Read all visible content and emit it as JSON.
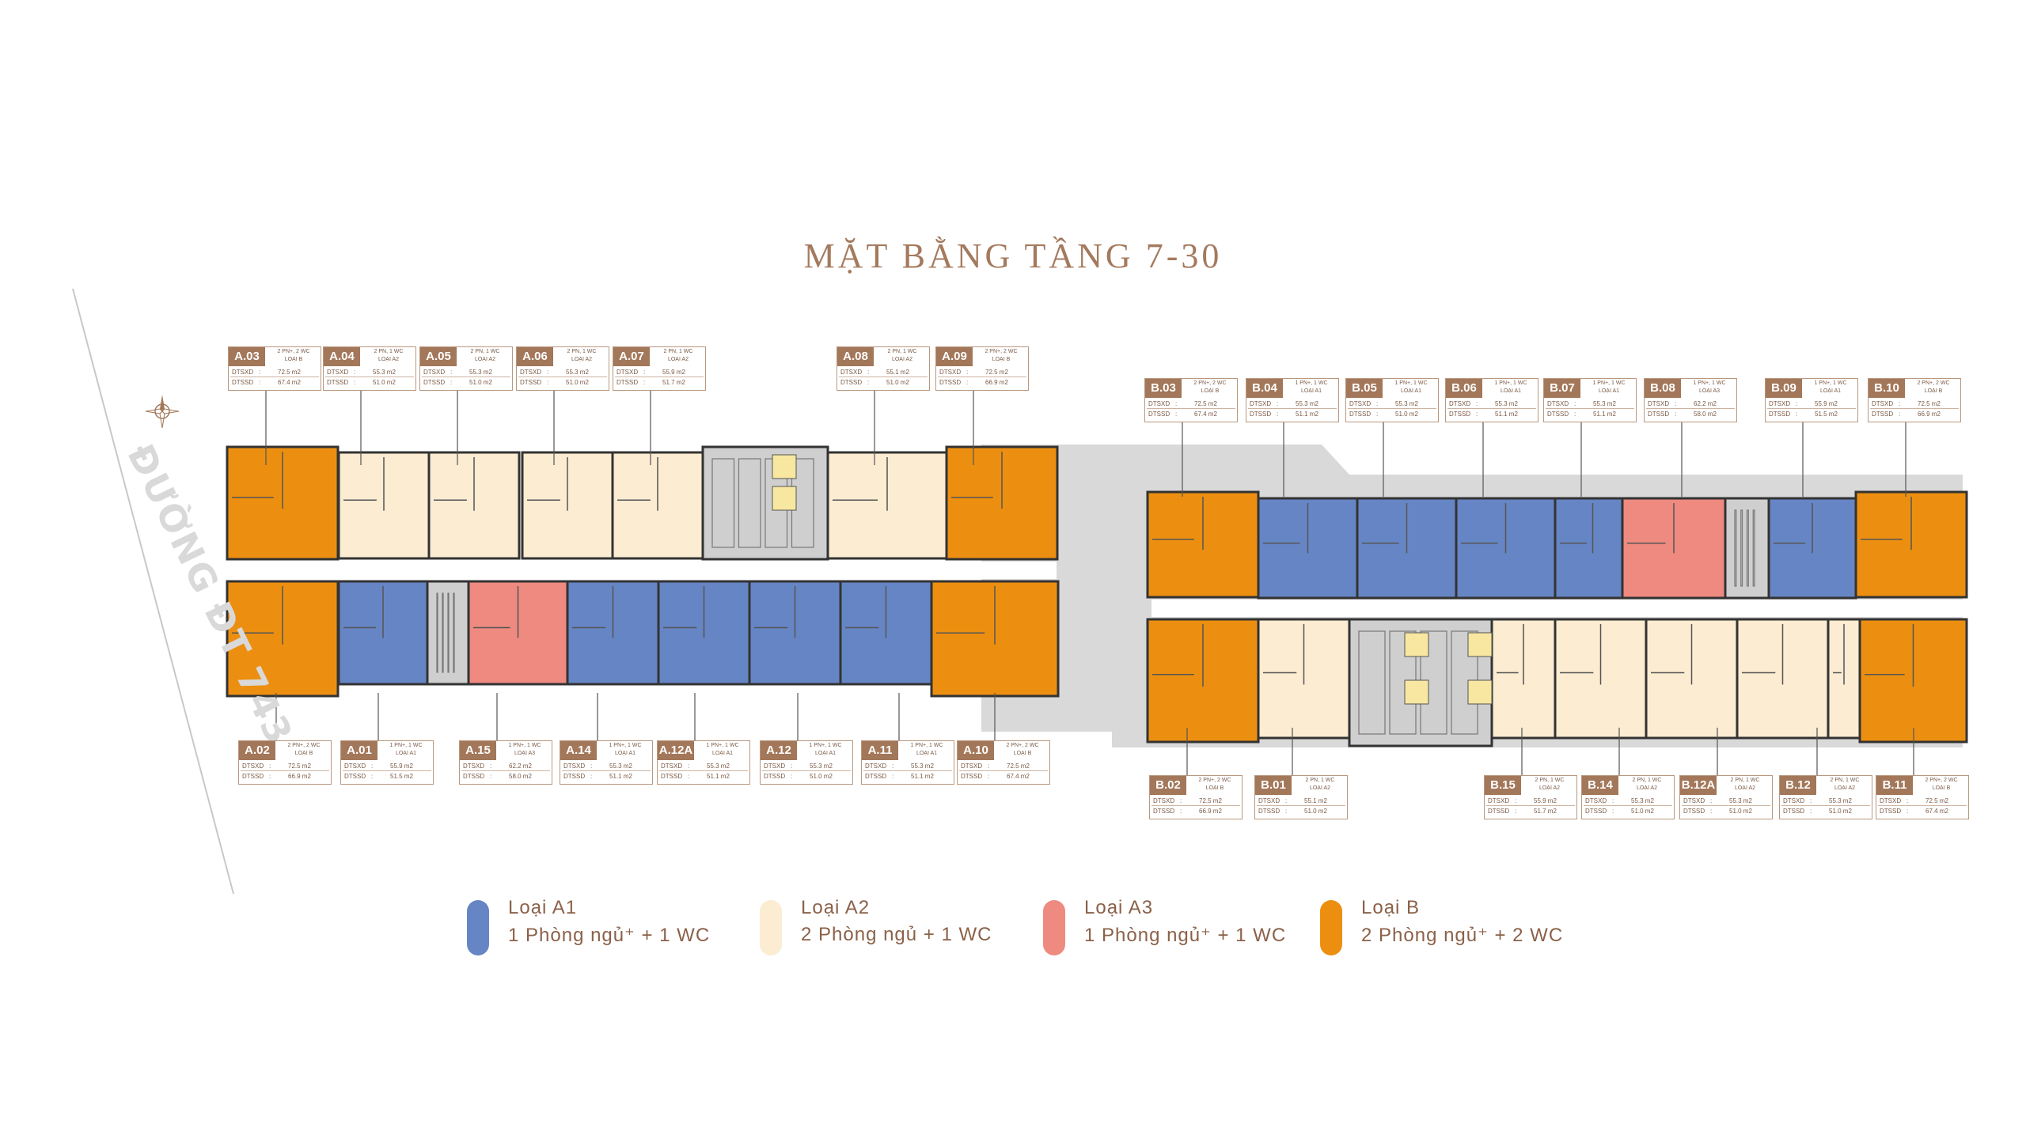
{
  "title": "MẶT BẰNG TẦNG 7-30",
  "road_label": "ĐƯỜNG ĐT 743C",
  "colors": {
    "A1": "#6685c4",
    "A2": "#fbecd2",
    "A3": "#ee8a80",
    "B": "#ec8f10",
    "accent": "#a37759",
    "core": "#d9d9d9",
    "corridor": "#f2f2f2"
  },
  "labels": {
    "dtsxd": "DTSXD",
    "dtssd": "DTSSD",
    "colon": ":"
  },
  "units": [
    {
      "code": "A.03",
      "desc1": "2 PN+, 2 WC",
      "desc2": "LOẠI B",
      "dtsxd": "72.5 m2",
      "dtssd": "67.4 m2"
    },
    {
      "code": "A.04",
      "desc1": "2 PN, 1 WC",
      "desc2": "LOẠI A2",
      "dtsxd": "55.3 m2",
      "dtssd": "51.0 m2"
    },
    {
      "code": "A.05",
      "desc1": "2 PN, 1 WC",
      "desc2": "LOẠI A2",
      "dtsxd": "55.3 m2",
      "dtssd": "51.0 m2"
    },
    {
      "code": "A.06",
      "desc1": "2 PN, 1 WC",
      "desc2": "LOẠI A2",
      "dtsxd": "55.3 m2",
      "dtssd": "51.0 m2"
    },
    {
      "code": "A.07",
      "desc1": "2 PN, 1 WC",
      "desc2": "LOẠI A2",
      "dtsxd": "55.9 m2",
      "dtssd": "51.7 m2"
    },
    {
      "code": "A.08",
      "desc1": "2 PN, 1 WC",
      "desc2": "LOẠI A2",
      "dtsxd": "55.1 m2",
      "dtssd": "51.0 m2"
    },
    {
      "code": "A.09",
      "desc1": "2 PN+, 2 WC",
      "desc2": "LOẠI B",
      "dtsxd": "72.5 m2",
      "dtssd": "66.9 m2"
    },
    {
      "code": "A.02",
      "desc1": "2 PN+, 2 WC",
      "desc2": "LOẠI B",
      "dtsxd": "72.5 m2",
      "dtssd": "66.9 m2"
    },
    {
      "code": "A.01",
      "desc1": "1 PN+, 1 WC",
      "desc2": "LOẠI A1",
      "dtsxd": "55.9 m2",
      "dtssd": "51.5 m2"
    },
    {
      "code": "A.15",
      "desc1": "1 PN+, 1 WC",
      "desc2": "LOẠI A3",
      "dtsxd": "62.2 m2",
      "dtssd": "58.0 m2"
    },
    {
      "code": "A.14",
      "desc1": "1 PN+, 1 WC",
      "desc2": "LOẠI A1",
      "dtsxd": "55.3 m2",
      "dtssd": "51.1 m2"
    },
    {
      "code": "A.12A",
      "desc1": "1 PN+, 1 WC",
      "desc2": "LOẠI A1",
      "dtsxd": "55.3 m2",
      "dtssd": "51.1 m2"
    },
    {
      "code": "A.12",
      "desc1": "1 PN+, 1 WC",
      "desc2": "LOẠI A1",
      "dtsxd": "55.3 m2",
      "dtssd": "51.0 m2"
    },
    {
      "code": "A.11",
      "desc1": "1 PN+, 1 WC",
      "desc2": "LOẠI A1",
      "dtsxd": "55.3 m2",
      "dtssd": "51.1 m2"
    },
    {
      "code": "A.10",
      "desc1": "2 PN+, 2 WC",
      "desc2": "LOẠI B",
      "dtsxd": "72.5 m2",
      "dtssd": "67.4 m2"
    },
    {
      "code": "B.03",
      "desc1": "2 PN+, 2 WC",
      "desc2": "LOẠI B",
      "dtsxd": "72.5 m2",
      "dtssd": "67.4 m2"
    },
    {
      "code": "B.04",
      "desc1": "1 PN+, 1 WC",
      "desc2": "LOẠI A1",
      "dtsxd": "55.3 m2",
      "dtssd": "51.1 m2"
    },
    {
      "code": "B.05",
      "desc1": "1 PN+, 1 WC",
      "desc2": "LOẠI A1",
      "dtsxd": "55.3 m2",
      "dtssd": "51.0 m2"
    },
    {
      "code": "B.06",
      "desc1": "1 PN+, 1 WC",
      "desc2": "LOẠI A1",
      "dtsxd": "55.3 m2",
      "dtssd": "51.1 m2"
    },
    {
      "code": "B.07",
      "desc1": "1 PN+, 1 WC",
      "desc2": "LOẠI A1",
      "dtsxd": "55.3 m2",
      "dtssd": "51.1 m2"
    },
    {
      "code": "B.08",
      "desc1": "1 PN+, 1 WC",
      "desc2": "LOẠI A3",
      "dtsxd": "62.2 m2",
      "dtssd": "58.0 m2"
    },
    {
      "code": "B.09",
      "desc1": "1 PN+, 1 WC",
      "desc2": "LOẠI A1",
      "dtsxd": "55.9 m2",
      "dtssd": "51.5 m2"
    },
    {
      "code": "B.10",
      "desc1": "2 PN+, 2 WC",
      "desc2": "LOẠI B",
      "dtsxd": "72.5 m2",
      "dtssd": "66.9 m2"
    },
    {
      "code": "B.02",
      "desc1": "2 PN+, 2 WC",
      "desc2": "LOẠI B",
      "dtsxd": "72.5 m2",
      "dtssd": "66.9 m2"
    },
    {
      "code": "B.01",
      "desc1": "2 PN, 1 WC",
      "desc2": "LOẠI A2",
      "dtsxd": "55.1 m2",
      "dtssd": "51.0 m2"
    },
    {
      "code": "B.15",
      "desc1": "2 PN, 1 WC",
      "desc2": "LOẠI A2",
      "dtsxd": "55.9 m2",
      "dtssd": "51.7 m2"
    },
    {
      "code": "B.14",
      "desc1": "2 PN, 1 WC",
      "desc2": "LOẠI A2",
      "dtsxd": "55.3 m2",
      "dtssd": "51.0 m2"
    },
    {
      "code": "B.12A",
      "desc1": "2 PN, 1 WC",
      "desc2": "LOẠI A2",
      "dtsxd": "55.3 m2",
      "dtssd": "51.0 m2"
    },
    {
      "code": "B.12",
      "desc1": "2 PN, 1 WC",
      "desc2": "LOẠI A2",
      "dtsxd": "55.3 m2",
      "dtssd": "51.0 m2"
    },
    {
      "code": "B.11",
      "desc1": "2 PN+, 2 WC",
      "desc2": "LOẠI B",
      "dtsxd": "72.5 m2",
      "dtssd": "67.4 m2"
    }
  ],
  "legend": [
    {
      "type": "A1",
      "line1": "Loại A1",
      "line2": "1 Phòng ngủ⁺ + 1 WC"
    },
    {
      "type": "A2",
      "line1": "Loại A2",
      "line2": "2 Phòng ngủ + 1 WC"
    },
    {
      "type": "A3",
      "line1": "Loại A3",
      "line2": "1 Phòng ngủ⁺ + 1 WC"
    },
    {
      "type": "B",
      "line1": "Loại B",
      "line2": "2 Phòng ngủ⁺ + 2 WC"
    }
  ]
}
